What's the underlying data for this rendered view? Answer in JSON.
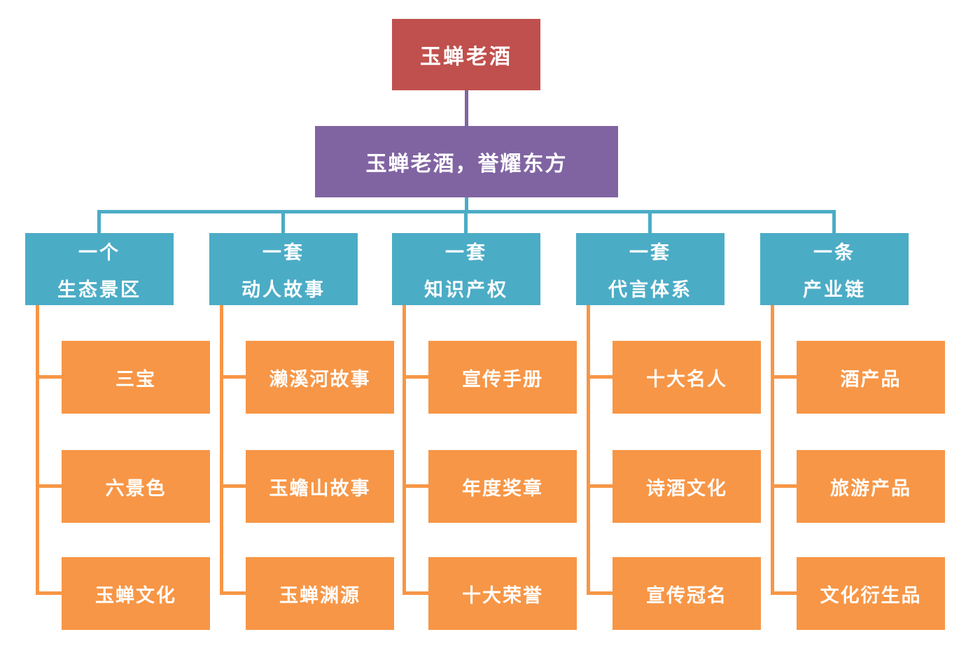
{
  "root": {
    "label": "玉蝉老酒"
  },
  "slogan": {
    "label": "玉蝉老酒，誉耀东方"
  },
  "branches": [
    {
      "line1": "一个",
      "line2": "生态景区",
      "children": [
        "三宝",
        "六景色",
        "玉蝉文化"
      ]
    },
    {
      "line1": "一套",
      "line2": "动人故事",
      "children": [
        "濑溪河故事",
        "玉蟾山故事",
        "玉蝉渊源"
      ]
    },
    {
      "line1": "一套",
      "line2": "知识产权",
      "children": [
        "宣传手册",
        "年度奖章",
        "十大荣誉"
      ]
    },
    {
      "line1": "一套",
      "line2": "代言体系",
      "children": [
        "十大名人",
        "诗酒文化",
        "宣传冠名"
      ]
    },
    {
      "line1": "一条",
      "line2": "产业链",
      "children": [
        "酒产品",
        "旅游产品",
        "文化衍生品"
      ]
    }
  ],
  "colors": {
    "root": "#C0504D",
    "slogan": "#8064A2",
    "branch": "#4BACC6",
    "leaf": "#F79646",
    "connTop": "#8064A2",
    "connMid": "#4BACC6",
    "connChild": "#F79646",
    "text": "#FFFFFF"
  }
}
